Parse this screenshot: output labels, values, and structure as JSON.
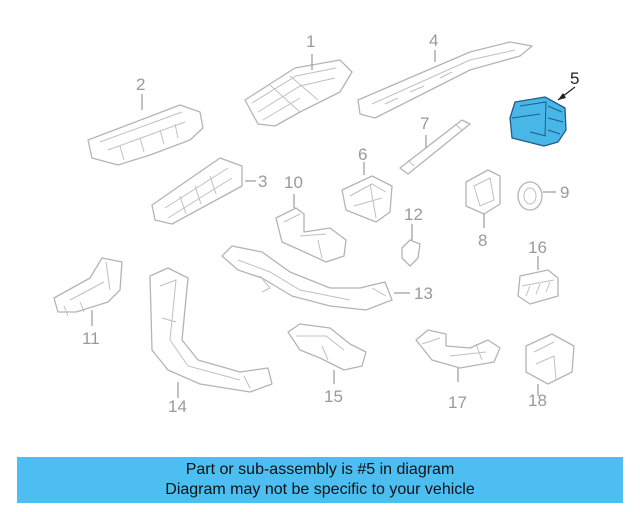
{
  "diagram": {
    "highlighted_part": "5",
    "highlight_color": "#49b6e8",
    "callouts": [
      "1",
      "2",
      "3",
      "4",
      "5",
      "6",
      "7",
      "8",
      "9",
      "10",
      "11",
      "12",
      "13",
      "14",
      "15",
      "16",
      "17",
      "18"
    ]
  },
  "banner": {
    "line1": "Part or sub-assembly is #5 in diagram",
    "line2": "Diagram may not be specific to your vehicle",
    "color": "#4cbef1"
  }
}
